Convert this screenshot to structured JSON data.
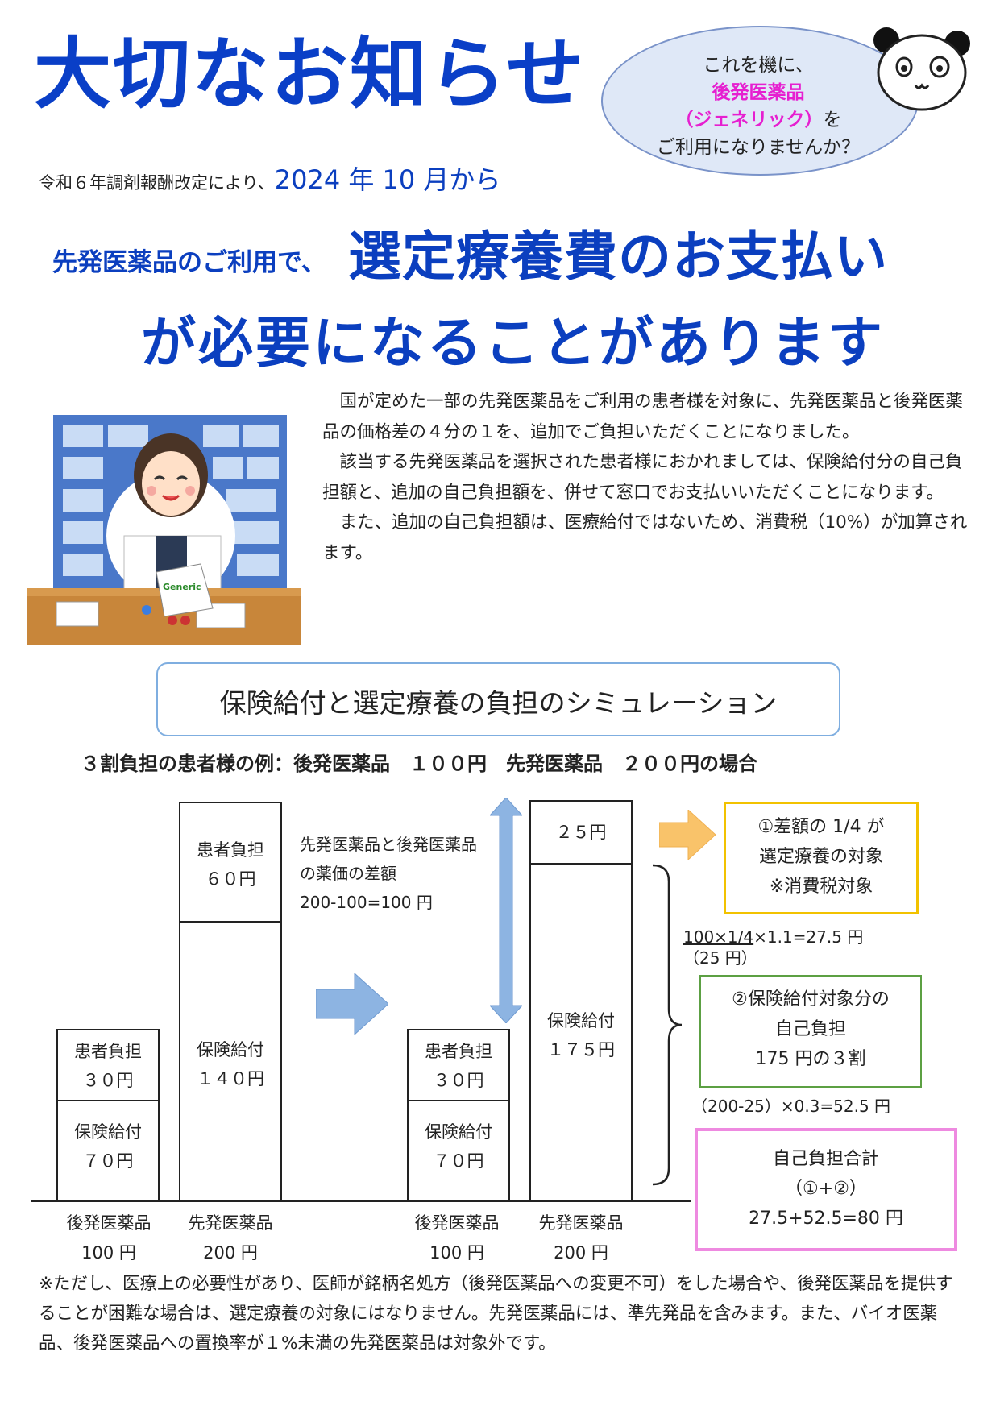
{
  "title": "大切なお知らせ",
  "subline": {
    "prefix": "令和６年調剤報酬改定により、",
    "date": "2024 年 10 月から"
  },
  "headline": {
    "part1": "先発医薬品のご利用で、",
    "part2": "選定療養費のお支払い",
    "part3": "が必要になることがあります"
  },
  "callout": {
    "line1": "これを機に、",
    "line2": "後発医薬品",
    "line3": "（ジェネリック）",
    "line3b": "を",
    "line4": "ご利用になりませんか？"
  },
  "body": [
    "国が定めた一部の先発医薬品をご利用の患者様を対象に、先発医薬品と後発医薬品の価格差の４分の１を、追加でご負担いただくことになりました。",
    "該当する先発医薬品を選択された患者様におかれましては、保険給付分の自己負担額と、追加の自己負担額を、併せて窓口でお支払いいただくことになります。",
    "また、追加の自己負担額は、医療給付ではないため、消費税（10%）が加算されます。"
  ],
  "simulation_title": "保険給付と選定療養の負担のシミュレーション",
  "example": "３割負担の患者様の例：後発医薬品　１００円　先発医薬品　２００円の場合",
  "bars": {
    "b1_top": [
      "患者負担",
      "３０円"
    ],
    "b1_bottom": [
      "保険給付",
      "７０円"
    ],
    "b2_top": [
      "患者負担",
      "６０円"
    ],
    "b2_bottom": [
      "保険給付",
      "１４０円"
    ],
    "b3_top": [
      "患者負担",
      "３０円"
    ],
    "b3_bottom": [
      "保険給付",
      "７０円"
    ],
    "b4_top": [
      "２５円"
    ],
    "b4_bottom": [
      "保険給付",
      "１７５円"
    ]
  },
  "xlabels": {
    "l1": [
      "後発医薬品",
      "100 円"
    ],
    "l2": [
      "先発医薬品",
      "200 円"
    ],
    "l3": [
      "後発医薬品",
      "100 円"
    ],
    "l4": [
      "先発医薬品",
      "200 円"
    ]
  },
  "diff_note": [
    "先発医薬品と後発医薬品",
    "の薬価の差額",
    "200-100=100 円"
  ],
  "box1": [
    "①差額の 1/4 が",
    "選定療養の対象",
    "※消費税対象"
  ],
  "calc1": {
    "formula": "100×1/4",
    "rest": "×1.1=27.5 円",
    "paren": "（25 円）"
  },
  "box2": [
    "②保険給付対象分の",
    "自己負担",
    "175 円の３割"
  ],
  "calc2": "（200-25）×0.3=52.5 円",
  "box3": [
    "自己負担合計",
    "（①+②）",
    "27.5+52.5=80 円"
  ],
  "footer": "※ただし、医療上の必要性があり、医師が銘柄名処方（後発医薬品への変更不可）をした場合や、後発医薬品を提供することが困難な場合は、選定療養の対象にはなりません。先発医薬品には、準先発品を含みます。また、バイオ医薬品、後発医薬品への置換率が１%未満の先発医薬品は対象外です。",
  "colors": {
    "title_blue": "#0a3fc7",
    "accent_pink": "#e61fd0",
    "box1_border": "#f2c200",
    "box2_border": "#5ca043",
    "box3_border": "#ee8ae0",
    "arrow_blue": "#8db4e2",
    "arrow_orange": "#f9c36a"
  },
  "icons": [
    "panda-icon",
    "pharmacist-illustration",
    "right-arrow-icon",
    "double-arrow-icon",
    "bracket-icon"
  ]
}
